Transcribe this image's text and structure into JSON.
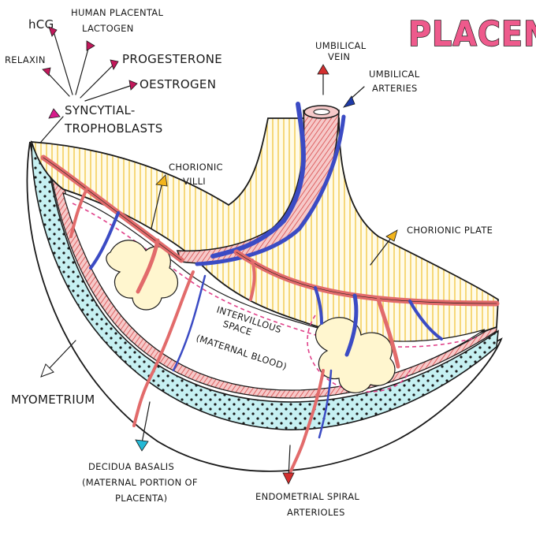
{
  "title": "PLACENTA",
  "hormones": {
    "hcg": "hCG",
    "hpl_line1": "HUMAN PLACENTAL",
    "hpl_line2": "LACTOGEN",
    "relaxin": "RELAXIN",
    "progesterone": "PROGESTERONE",
    "oestrogen": "OESTROGEN"
  },
  "labels": {
    "syncytio_line1": "SYNCYTIAL-",
    "syncytio_line2": "TROPHOBLASTS",
    "umbilical_vein_line1": "UMBILICAL",
    "umbilical_vein_line2": "VEIN",
    "umbilical_arteries_line1": "UMBILICAL",
    "umbilical_arteries_line2": "ARTERIES",
    "chorionic_villi_line1": "CHORIONIC",
    "chorionic_villi_line2": "VILLI",
    "chorionic_plate": "CHORIONIC PLATE",
    "intervillous_line1": "INTERVILLOUS",
    "intervillous_line2": "SPACE",
    "intervillous_line3": "(MATERNAL BLOOD)",
    "myometrium": "MYOMETRIUM",
    "decidua_line1": "DECIDUA BASALIS",
    "decidua_line2": "(MATERNAL PORTION OF",
    "decidua_line3": "PLACENTA)",
    "spiral_line1": "ENDOMETRIAL SPIRAL",
    "spiral_line2": "ARTERIOLES"
  },
  "colors": {
    "title_pink": "#ee5a8c",
    "hormone_arrow": "#c2185b",
    "syncytio_arrow": "#d81b8c",
    "vein_arrow": "#d32f2f",
    "artery_arrow": "#1e3aa8",
    "villi_arrow": "#f2b41c",
    "plate_arrow": "#f2b41c",
    "myometrium_arrow": "#ffffff",
    "decidua_arrow": "#23b8d6",
    "spiral_arrow": "#d32f2f",
    "chorionic_yellow": "#f5d76e",
    "decidua_teal": "#bfeef0",
    "vessel_red": "#e26b6b",
    "vessel_blue": "#3b4bc4"
  }
}
